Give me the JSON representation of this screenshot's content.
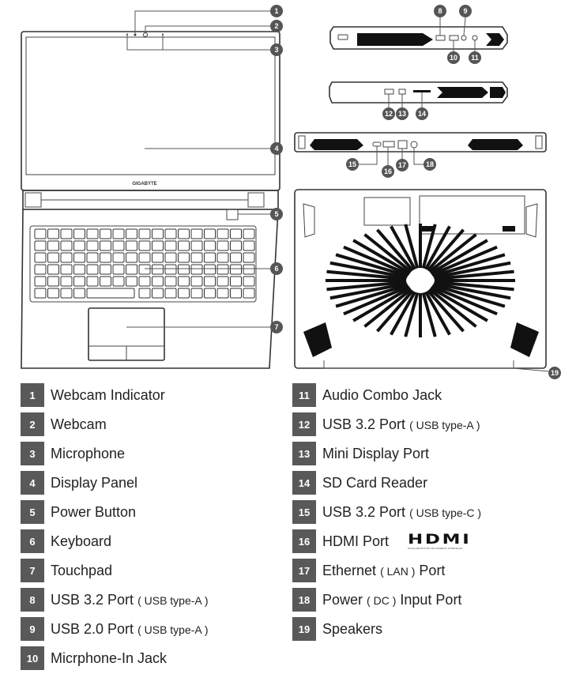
{
  "brand": "GIGABYTE",
  "callout_numbers": [
    "1",
    "2",
    "3",
    "4",
    "5",
    "6",
    "7",
    "8",
    "9",
    "10",
    "11",
    "12",
    "13",
    "14",
    "15",
    "16",
    "17",
    "18",
    "19"
  ],
  "legend_left": [
    {
      "num": "1",
      "label": "Webcam Indicator",
      "paren": ""
    },
    {
      "num": "2",
      "label": "Webcam",
      "paren": ""
    },
    {
      "num": "3",
      "label": "Microphone",
      "paren": ""
    },
    {
      "num": "4",
      "label": "Display Panel",
      "paren": ""
    },
    {
      "num": "5",
      "label": "Power Button",
      "paren": ""
    },
    {
      "num": "6",
      "label": "Keyboard",
      "paren": ""
    },
    {
      "num": "7",
      "label": "Touchpad",
      "paren": ""
    },
    {
      "num": "8",
      "label": "USB 3.2 Port",
      "paren": "( USB type-A )"
    },
    {
      "num": "9",
      "label": "USB 2.0 Port",
      "paren": "( USB type-A )"
    },
    {
      "num": "10",
      "label": "Micrphone-In Jack",
      "paren": ""
    }
  ],
  "legend_right": [
    {
      "num": "11",
      "label": "Audio Combo Jack",
      "paren": ""
    },
    {
      "num": "12",
      "label": "USB 3.2 Port",
      "paren": "( USB type-A )"
    },
    {
      "num": "13",
      "label": "Mini Display Port",
      "paren": ""
    },
    {
      "num": "14",
      "label": "SD Card Reader",
      "paren": ""
    },
    {
      "num": "15",
      "label": "USB 3.2 Port",
      "paren": "( USB type-C )"
    },
    {
      "num": "16",
      "label": "HDMI Port",
      "paren": "",
      "logo": "HDMI",
      "logo_sub": "HIGH-DEFINITION MULTIMEDIA INTERFACE"
    },
    {
      "num": "17",
      "label": "Ethernet",
      "paren": "( LAN )",
      "suffix": "Port"
    },
    {
      "num": "18",
      "label": "Power",
      "paren": "( DC )",
      "suffix": "Input Port"
    },
    {
      "num": "19",
      "label": "Speakers",
      "paren": ""
    }
  ]
}
